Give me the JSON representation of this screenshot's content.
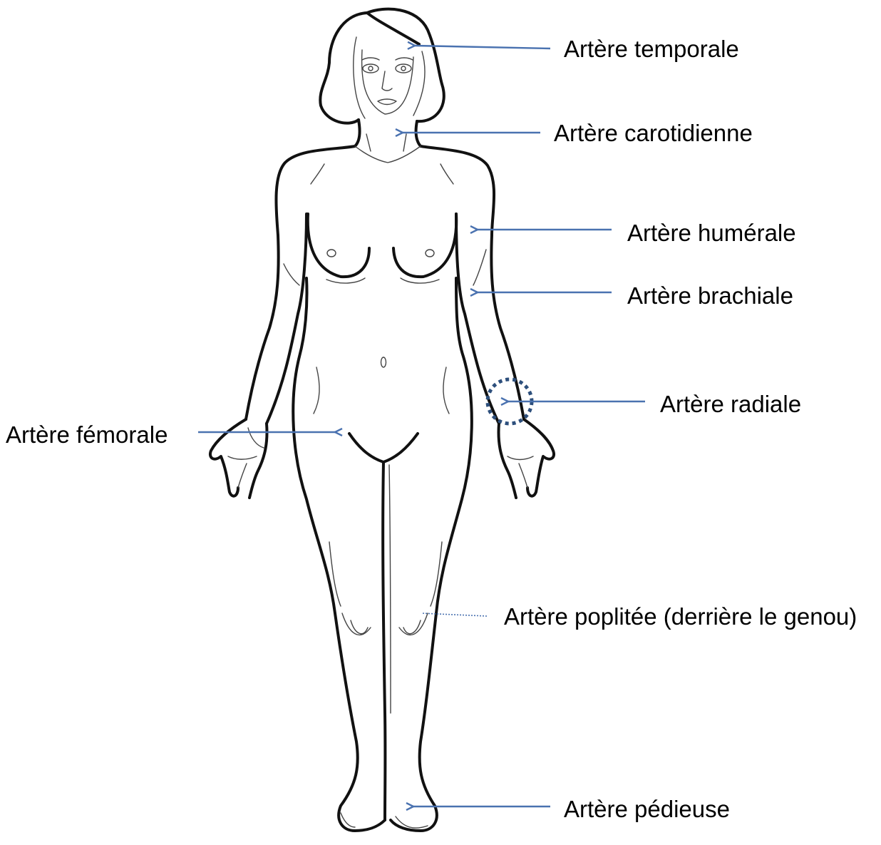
{
  "colors": {
    "arrow": "#4a72b0",
    "dotted_circle": "#2d4f7c",
    "outline": "#111111"
  },
  "labels": {
    "temporale": "Artère temporale",
    "carotidienne": "Artère carotidienne",
    "humerale": "Artère humérale",
    "brachiale": "Artère brachiale",
    "radiale": "Artère radiale",
    "femorale": "Artère fémorale",
    "poplitee": "Artère poplitée (derrière le genou)",
    "pedieuse": "Artère pédieuse"
  }
}
